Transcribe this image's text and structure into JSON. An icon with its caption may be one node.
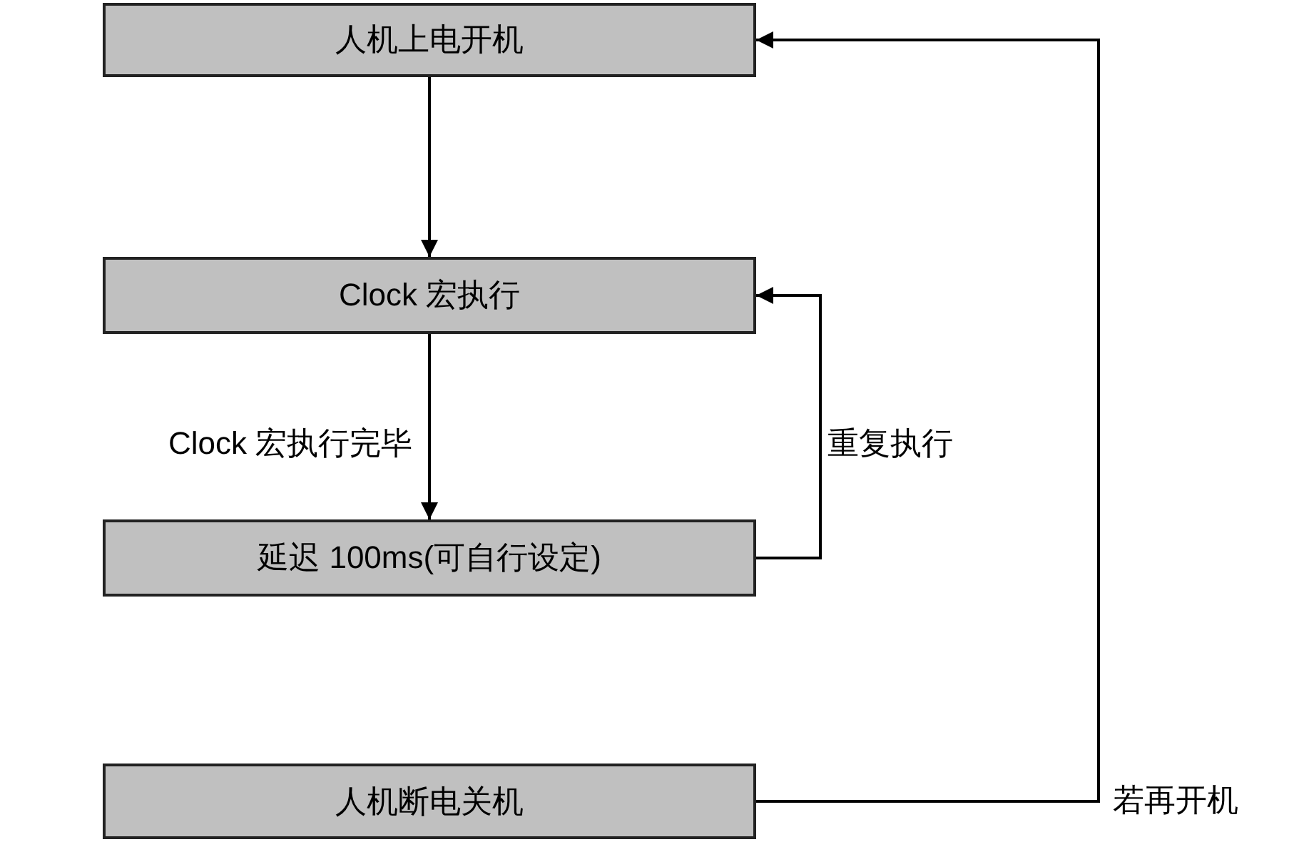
{
  "diagram": {
    "nodes": [
      {
        "text": [
          "人机上电开机"
        ]
      },
      {
        "text": [
          "Clock 宏执行"
        ]
      },
      {
        "text": [
          "延迟 100ms(可自行设定)"
        ]
      },
      {
        "text": [
          "人机断电关机"
        ]
      }
    ],
    "edges": [
      {
        "from": 0,
        "to": 1,
        "arrow": "to"
      },
      {
        "from": 1,
        "to": 2,
        "arrow": "to",
        "label": "Clock 宏执行完毕"
      },
      {
        "from": 2,
        "to": 1,
        "arrow": "to",
        "label": "重复执行"
      },
      {
        "from": 3,
        "to": 0,
        "arrow": "to",
        "label": "若再开机"
      }
    ]
  }
}
